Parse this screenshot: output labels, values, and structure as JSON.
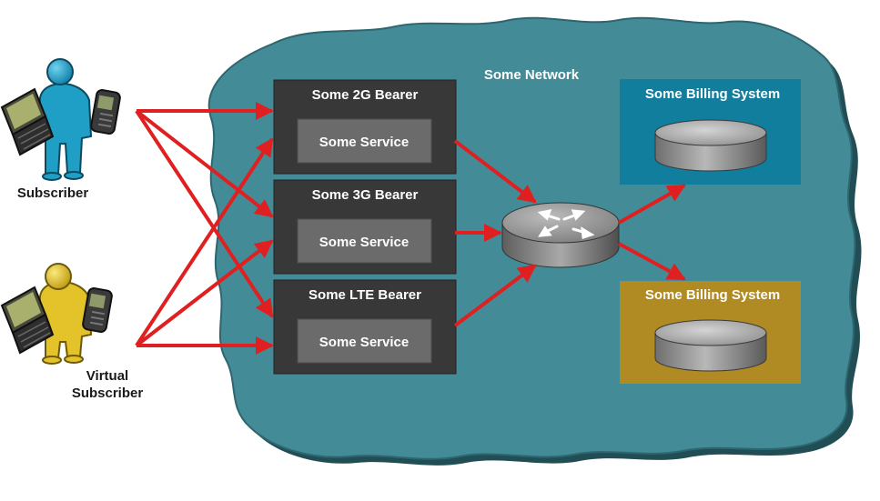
{
  "network": {
    "label": "Some Network"
  },
  "actors": {
    "subscriber": {
      "label": "Subscriber"
    },
    "virtual_subscriber": {
      "label_line1": "Virtual",
      "label_line2": "Subscriber"
    }
  },
  "bearers": [
    {
      "title": "Some 2G Bearer",
      "service": "Some Service"
    },
    {
      "title": "Some 3G Bearer",
      "service": "Some Service"
    },
    {
      "title": "Some LTE Bearer",
      "service": "Some Service"
    }
  ],
  "billing_systems": [
    {
      "label": "Some Billing System",
      "color": "#107e9c"
    },
    {
      "label": "Some Billing System",
      "color": "#b08a22"
    }
  ],
  "colors": {
    "cloud": "#428b97",
    "cloud_shadow": "#214d55",
    "bearer_box": "#383838",
    "service_box": "#6b6b6b",
    "arrow": "#e02020",
    "subscriber_body": "#1f9ec6",
    "virtual_subscriber_body": "#e3c22a"
  },
  "icons": [
    "router-icon",
    "database-icon",
    "laptop-icon",
    "phone-icon",
    "person-icon"
  ]
}
